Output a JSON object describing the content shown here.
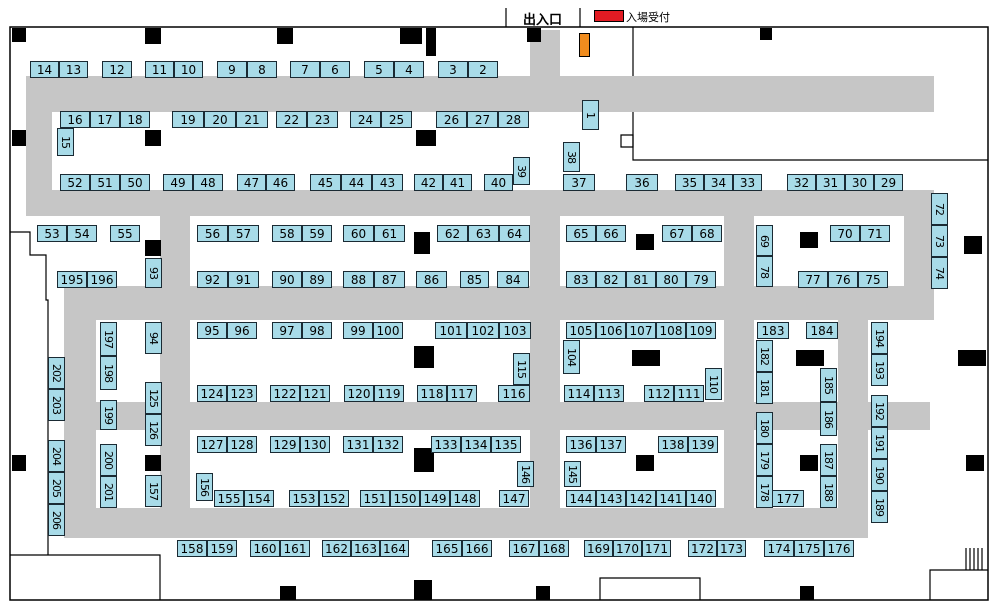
{
  "labels": {
    "entrance": "出入口",
    "reception": "入場受付"
  },
  "colors": {
    "booth_fill": "#a8dbe8",
    "aisle": "#c6c6c6",
    "reception": "#e21b23",
    "staff_booth": "#f08c1e"
  },
  "booths": [
    "14",
    "13",
    "12",
    "11",
    "10",
    "9",
    "8",
    "7",
    "6",
    "5",
    "4",
    "3",
    "2",
    "1",
    "16",
    "17",
    "18",
    "15",
    "19",
    "20",
    "21",
    "22",
    "23",
    "24",
    "25",
    "26",
    "27",
    "28",
    "38",
    "52",
    "51",
    "50",
    "49",
    "48",
    "47",
    "46",
    "45",
    "44",
    "43",
    "42",
    "41",
    "40",
    "39",
    "37",
    "36",
    "35",
    "34",
    "33",
    "32",
    "31",
    "30",
    "29",
    "72",
    "73",
    "74",
    "53",
    "54",
    "55",
    "56",
    "57",
    "58",
    "59",
    "60",
    "61",
    "62",
    "63",
    "64",
    "65",
    "66",
    "67",
    "68",
    "69",
    "78",
    "70",
    "71",
    "195",
    "196",
    "93",
    "92",
    "91",
    "90",
    "89",
    "88",
    "87",
    "86",
    "85",
    "84",
    "83",
    "82",
    "81",
    "80",
    "79",
    "77",
    "76",
    "75",
    "197",
    "198",
    "94",
    "95",
    "96",
    "97",
    "98",
    "99",
    "100",
    "101",
    "102",
    "103",
    "105",
    "106",
    "107",
    "108",
    "109",
    "104",
    "183",
    "184",
    "182",
    "181",
    "194",
    "193",
    "202",
    "203",
    "115",
    "116",
    "110",
    "185",
    "186",
    "199",
    "125",
    "126",
    "124",
    "123",
    "122",
    "121",
    "120",
    "119",
    "118",
    "117",
    "114",
    "113",
    "112",
    "111",
    "192",
    "191",
    "190",
    "189",
    "180",
    "179",
    "178",
    "177",
    "127",
    "128",
    "129",
    "130",
    "131",
    "132",
    "133",
    "134",
    "135",
    "136",
    "137",
    "138",
    "139",
    "204",
    "205",
    "206",
    "200",
    "201",
    "157",
    "187",
    "188",
    "146",
    "145",
    "156",
    "155",
    "154",
    "153",
    "152",
    "151",
    "150",
    "149",
    "148",
    "147",
    "144",
    "143",
    "142",
    "141",
    "140",
    "158",
    "159",
    "160",
    "161",
    "162",
    "163",
    "164",
    "165",
    "166",
    "167",
    "168",
    "169",
    "170",
    "171",
    "172",
    "173",
    "174",
    "175",
    "176"
  ]
}
